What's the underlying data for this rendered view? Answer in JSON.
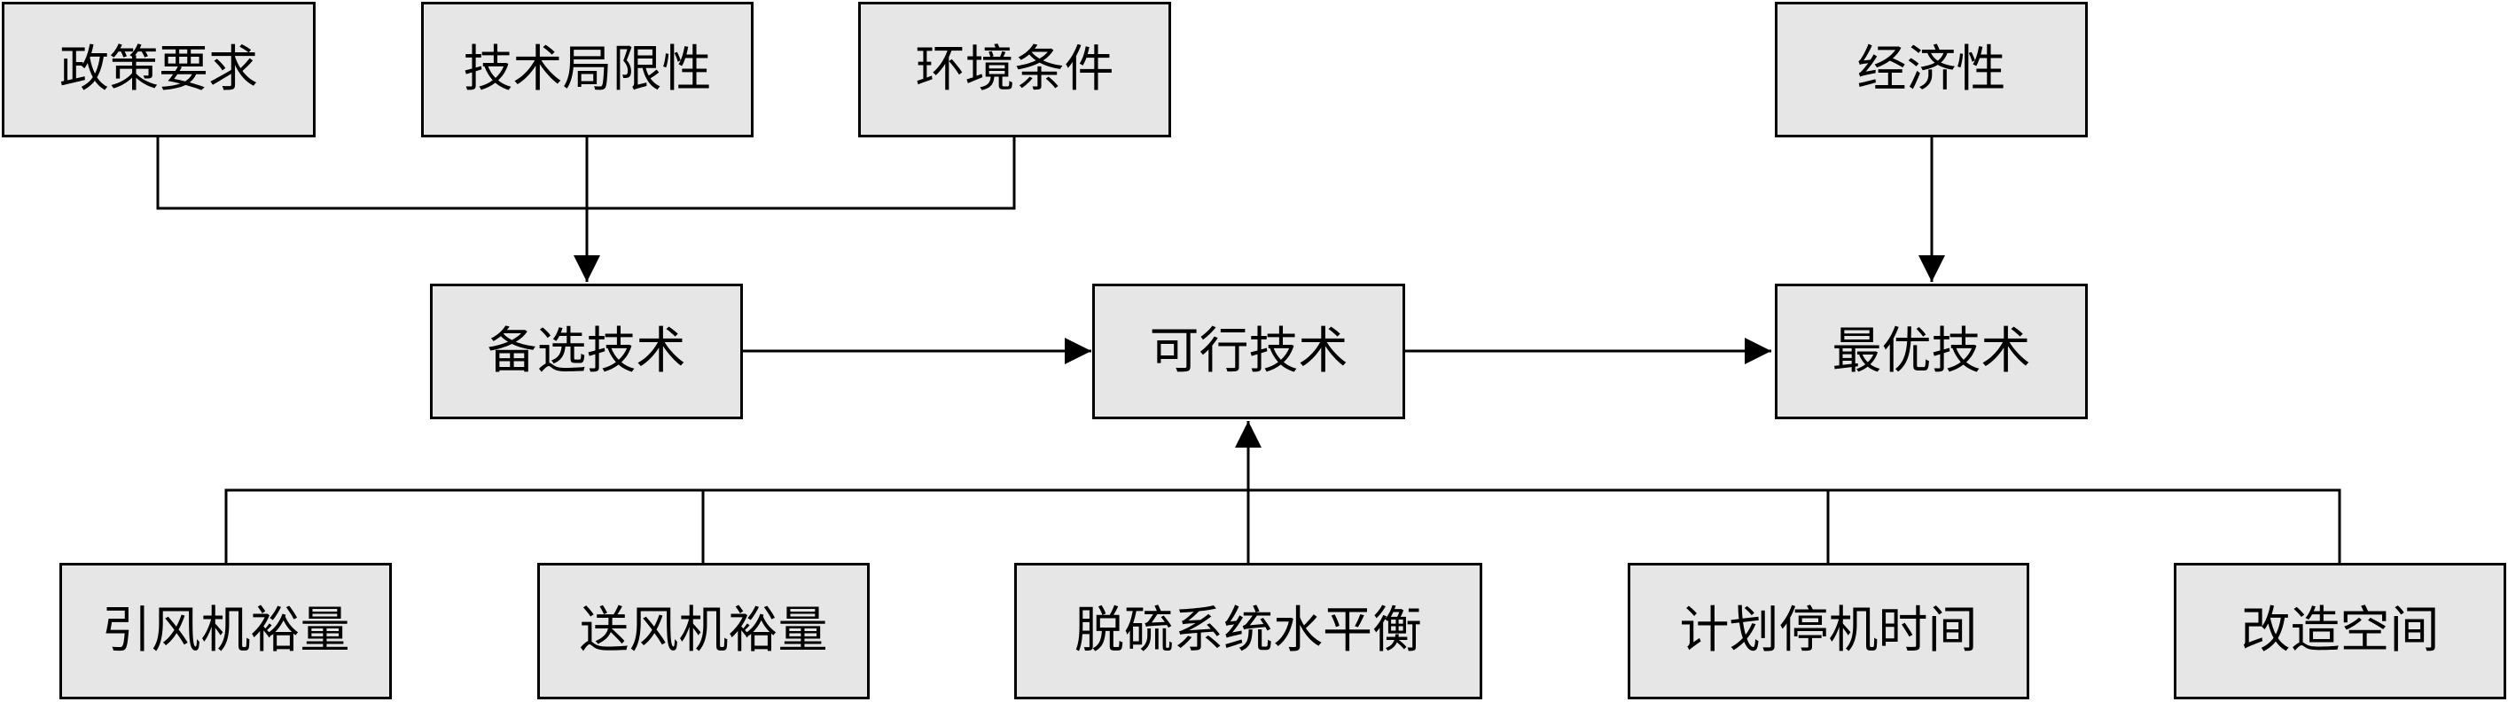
{
  "top_factors": {
    "policy": "政策要求",
    "tech_limit": "技术局限性",
    "environment": "环境条件",
    "economy": "经济性"
  },
  "stages": {
    "candidate": "备选技术",
    "feasible": "可行技术",
    "optimal": "最优技术"
  },
  "bottom_factors": {
    "induced_fan": "引风机裕量",
    "forced_fan": "送风机裕量",
    "desulfurization_balance": "脱硫系统水平衡",
    "outage_time": "计划停机时间",
    "retrofit_space": "改造空间"
  },
  "colors": {
    "box_fill": "#e6e6e6",
    "stroke": "#000000"
  }
}
